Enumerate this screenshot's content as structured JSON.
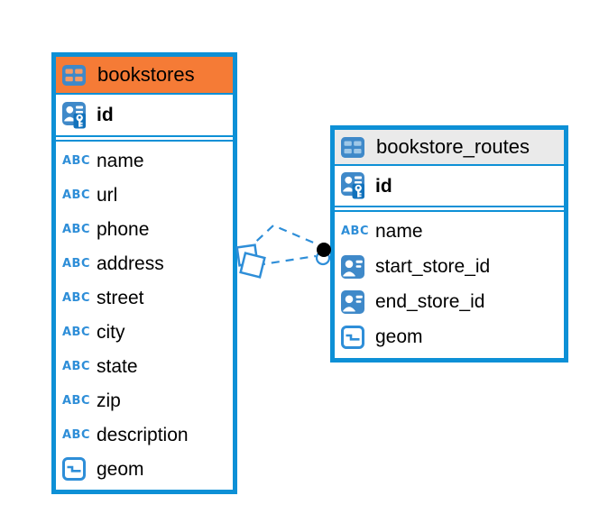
{
  "diagram": {
    "type": "entity-relationship",
    "tables": [
      {
        "name": "bookstores",
        "header_bg": "#F57B36",
        "icon_cell": "#F69A64",
        "columns": [
          {
            "name": "id",
            "icon": "primary-key"
          },
          {
            "name": "name",
            "icon": "text"
          },
          {
            "name": "url",
            "icon": "text"
          },
          {
            "name": "phone",
            "icon": "text"
          },
          {
            "name": "address",
            "icon": "text"
          },
          {
            "name": "street",
            "icon": "text"
          },
          {
            "name": "city",
            "icon": "text"
          },
          {
            "name": "state",
            "icon": "text"
          },
          {
            "name": "zip",
            "icon": "text"
          },
          {
            "name": "description",
            "icon": "text"
          },
          {
            "name": "geom",
            "icon": "geometry"
          }
        ]
      },
      {
        "name": "bookstore_routes",
        "header_bg": "#EAEAEA",
        "icon_cell": "#9FC8E8",
        "columns": [
          {
            "name": "id",
            "icon": "primary-key"
          },
          {
            "name": "name",
            "icon": "text"
          },
          {
            "name": "start_store_id",
            "icon": "foreign-key"
          },
          {
            "name": "end_store_id",
            "icon": "foreign-key"
          },
          {
            "name": "geom",
            "icon": "geometry"
          }
        ]
      }
    ],
    "relationships": [
      {
        "from": "bookstores",
        "to": "bookstore_routes",
        "via": "start_store_id",
        "style": "dashed"
      },
      {
        "from": "bookstores",
        "to": "bookstore_routes",
        "via": "end_store_id",
        "style": "dashed"
      }
    ],
    "icons": {
      "text_glyph": "ABC",
      "text": "text-type-icon",
      "geometry": "geometry-type-icon",
      "primary_key": "primary-key-icon",
      "foreign_key": "foreign-key-icon",
      "table": "table-icon"
    },
    "colors": {
      "table_border": "#0D90D6",
      "accent_blue": "#2E8ED8",
      "icon_blue": "#3F89C9",
      "key_blue": "#1272BC",
      "line_blue": "#2E8ED8",
      "header_orange": "#F57B36",
      "header_gray": "#EAEAEA",
      "text": "#000000",
      "background": "#FFFFFF"
    }
  }
}
